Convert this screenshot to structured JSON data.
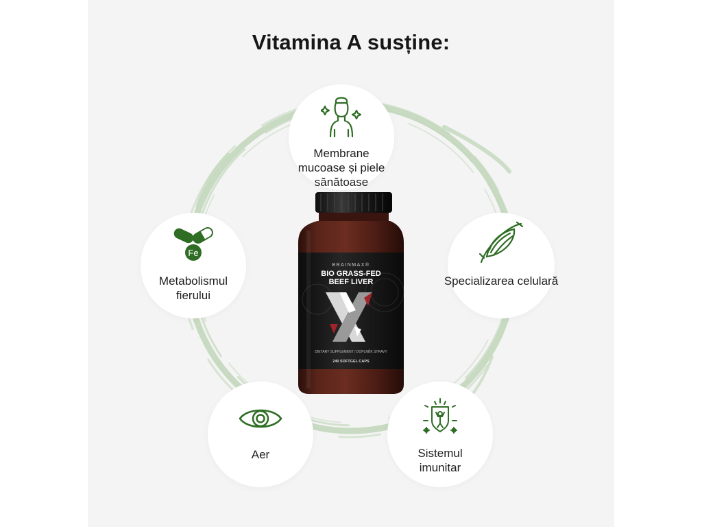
{
  "title": "Vitamina A susține:",
  "benefits": [
    {
      "label_lines": [
        "Membrane",
        "mucoase și piele",
        "sănătoase"
      ],
      "icon": "woman-skin-icon"
    },
    {
      "label_lines": [
        "Metabolismul",
        "fierului"
      ],
      "icon": "iron-capsule-icon",
      "badge": "Fe"
    },
    {
      "label_lines": [
        "Specializarea celulară"
      ],
      "icon": "muscle-fiber-icon"
    },
    {
      "label_lines": [
        "Aer"
      ],
      "icon": "eye-icon"
    },
    {
      "label_lines": [
        "Sistemul",
        "imunitar"
      ],
      "icon": "immune-shield-icon"
    }
  ],
  "product": {
    "brand": "BRAINMAX®",
    "name_line1": "BIO GRASS-FED",
    "name_line2": "BEEF LIVER",
    "subtitle": "DIETARY SUPPLEMENT / DOPLNĚK STRAVY",
    "count": "240 SOFTGEL CAPS"
  },
  "colors": {
    "accent_green": "#2f6d25",
    "ring_green": "#c3d8bd",
    "panel_bg": "#f4f4f4",
    "jar_amber": "#4e1e15"
  }
}
